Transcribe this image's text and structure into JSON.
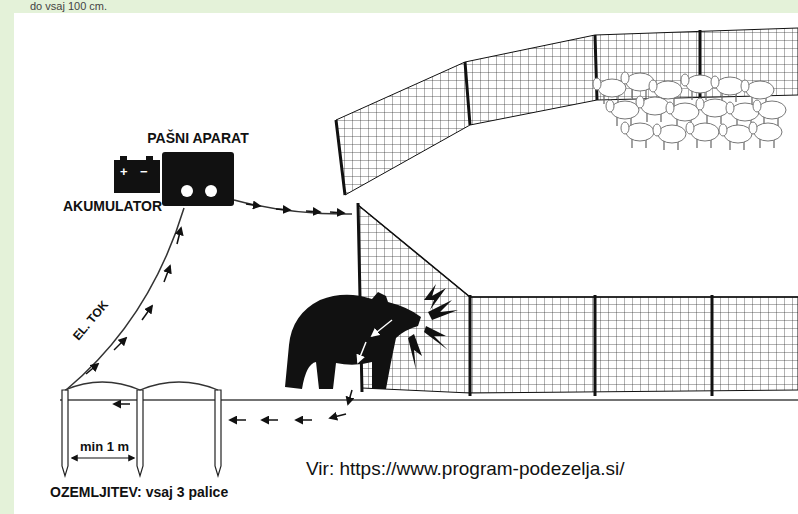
{
  "diagram": {
    "nodes": [
      {
        "text": [
          "PAŠNI APARAT"
        ]
      },
      {
        "text": [
          "AKUMULATOR"
        ]
      }
    ],
    "labels": [
      "do vsaj 100 cm.",
      "+",
      "−",
      "EL. TOK",
      "min 1 m",
      "OZEMLJITEV: vsaj 3 palice",
      "Vir: https://www.program-podezelja.si/"
    ]
  }
}
